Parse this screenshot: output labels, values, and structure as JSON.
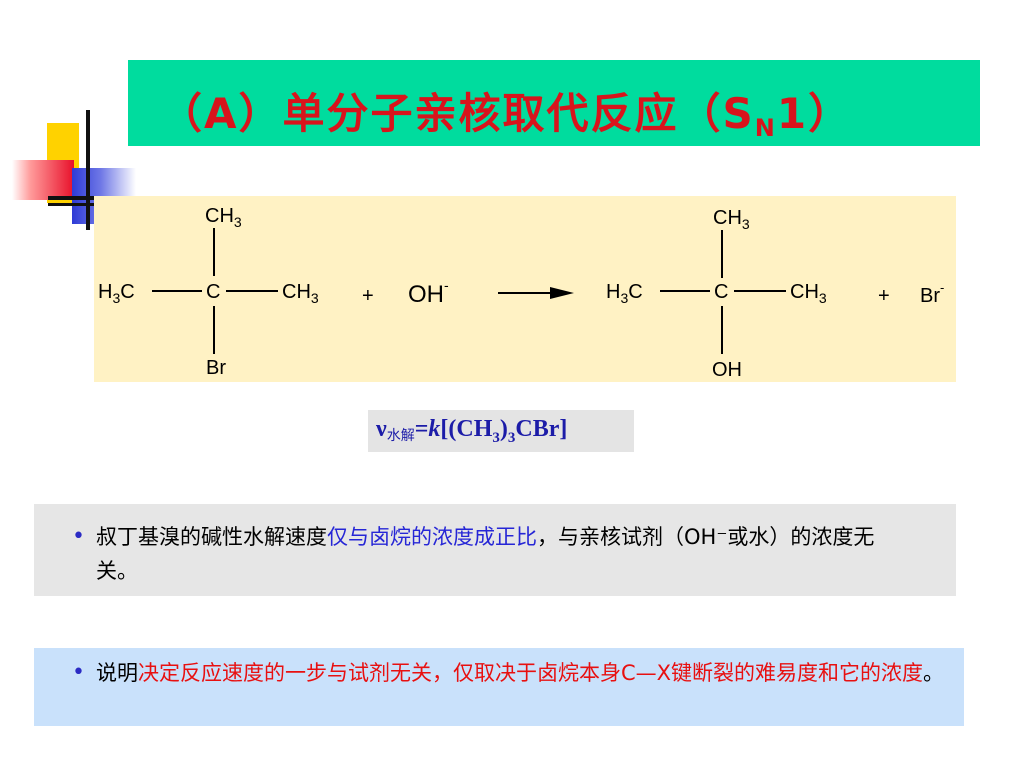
{
  "title": {
    "prefix": "（A）单分子亲核取代反应（S",
    "subscript": "N",
    "suffix": "1）"
  },
  "reaction": {
    "reactant": {
      "top": "CH",
      "top_sub": "3",
      "left": "H",
      "left_sub": "3",
      "left_tail": "C",
      "center": "C",
      "right": "CH",
      "right_sub": "3",
      "bottom": "Br"
    },
    "plus1": "+",
    "reagent": "OH",
    "reagent_charge": "-",
    "product": {
      "top": "CH",
      "top_sub": "3",
      "left": "H",
      "left_sub": "3",
      "left_tail": "C",
      "center": "C",
      "right": "CH",
      "right_sub": "3",
      "bottom": "OH"
    },
    "plus2": "+",
    "byproduct": "Br",
    "byproduct_charge": "-"
  },
  "rate": {
    "symbol": "ν",
    "subscript": "水解",
    "eq": "=",
    "k": "k",
    "formula_a": "[(CH",
    "sub1": "3",
    "formula_b": ")",
    "sub2": "3",
    "formula_c": "CBr]"
  },
  "note1": {
    "bullet": "•",
    "text_a": "叔丁基溴的碱性水解速度",
    "text_highlight": "仅与卤烷的浓度成正比",
    "text_b": "，与亲核试剂（OH⁻或水）的浓度无关。"
  },
  "note2": {
    "bullet": "•",
    "text_a": "说明",
    "text_highlight": "决定反应速度的一步与试剂无关，仅取决于卤烷本身C—X键断裂的难易度和它的浓度",
    "text_b": "。"
  },
  "colors": {
    "title_bar": "#00dc9e",
    "title_text": "#d8141c",
    "reaction_panel": "#fff2c4",
    "note1_bg": "#e6e6e6",
    "note2_bg": "#c9e1fb",
    "highlight_blue": "#2626d6",
    "highlight_red": "#e81010"
  }
}
